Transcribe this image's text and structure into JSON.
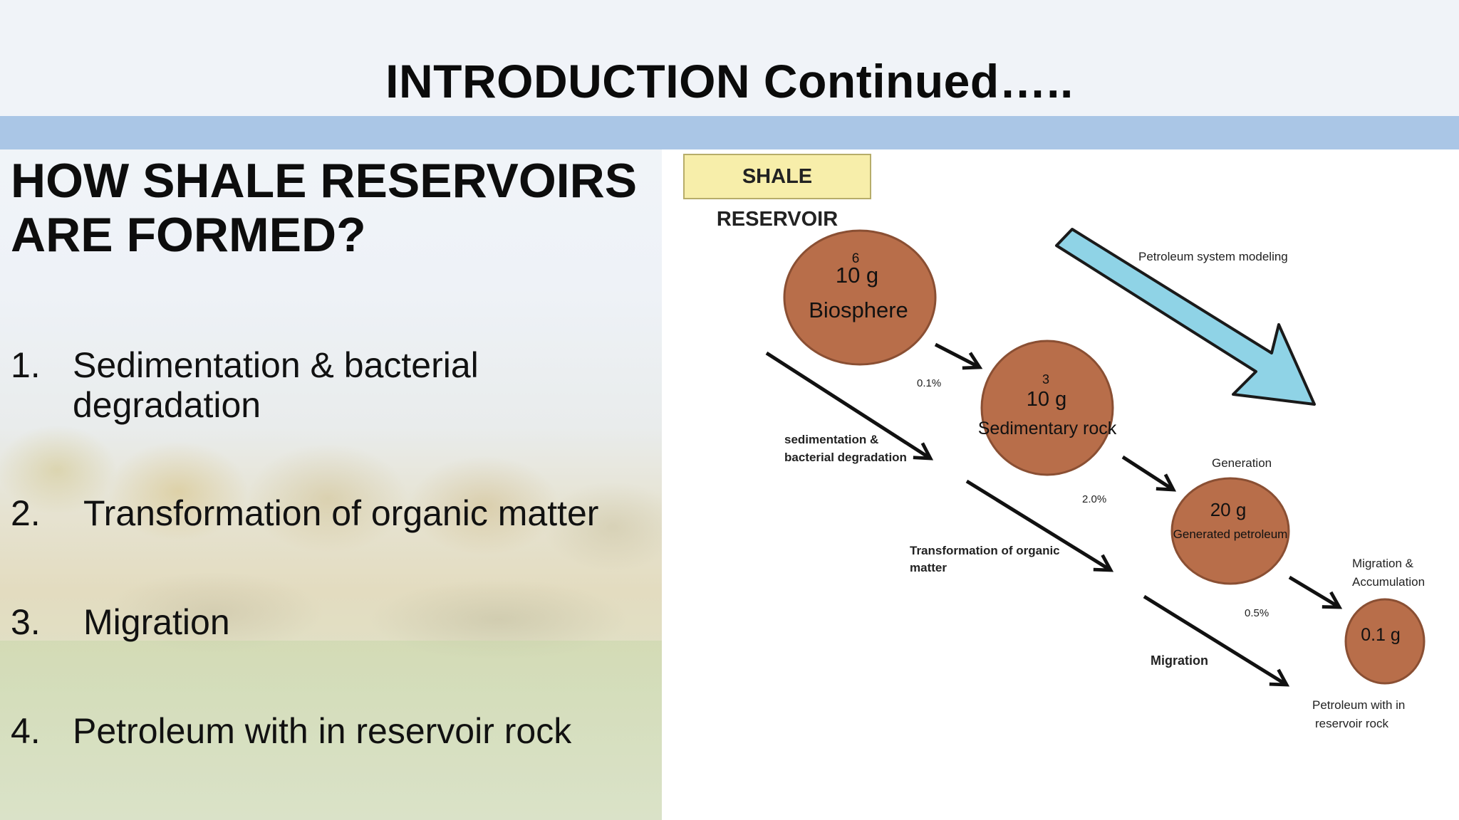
{
  "slide": {
    "title": "INTRODUCTION Continued…..",
    "heading_line1": "HOW SHALE RESERVOIRS",
    "heading_line2": "ARE FORMED?",
    "list": [
      {
        "num": "1.",
        "line1": "Sedimentation & bacterial",
        "line2": "degradation"
      },
      {
        "num": "2.",
        "line1": "Transformation of organic matter"
      },
      {
        "num": "3.",
        "line1": "Migration"
      },
      {
        "num": "4.",
        "line1": "Petroleum with in reservoir rock"
      }
    ]
  },
  "diagram": {
    "box_label": "SHALE RESERVOIR",
    "big_arrow_label": "Petroleum system modeling",
    "nodes": [
      {
        "exp": "6",
        "mass": "10  g",
        "name": "Biosphere"
      },
      {
        "exp": "3",
        "mass": "10  g",
        "name": "Sedimentary rock"
      },
      {
        "mass": "20 g",
        "name": "Generated petroleum"
      },
      {
        "mass": "0.1 g"
      }
    ],
    "percentages": [
      "0.1%",
      "2.0%",
      "0.5%"
    ],
    "process_labels": {
      "sedimentation_line1": "sedimentation &",
      "sedimentation_line2": "bacterial degradation",
      "transformation_line1": "Transformation of organic",
      "transformation_line2": "matter",
      "migration": "Migration",
      "generation": "Generation",
      "migration_accum_line1": "Migration &",
      "migration_accum_line2": "Accumulation",
      "petroleum_line1": "Petroleum with in",
      "petroleum_line2": "reservoir rock"
    },
    "colors": {
      "node_fill": "#b86e4a",
      "node_stroke": "#8a4f33",
      "big_arrow": "#8fd3e6"
    }
  }
}
